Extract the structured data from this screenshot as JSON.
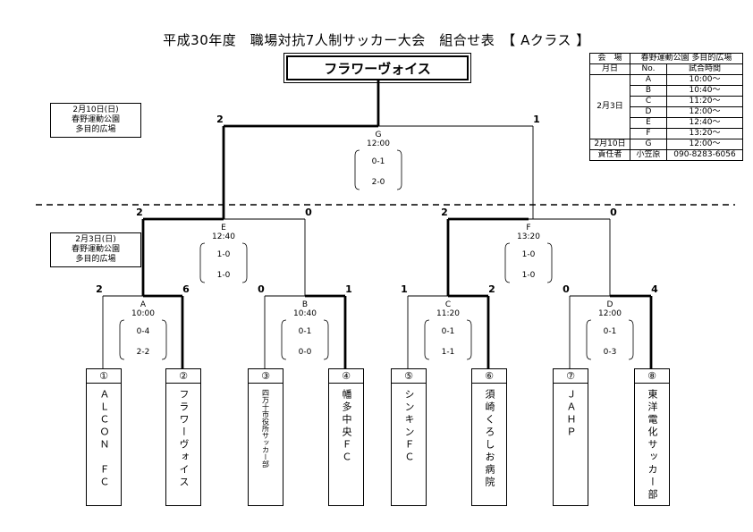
{
  "title": "平成30年度　職場対抗7人制サッカー大会　組合せ表　【 Aクラス 】",
  "winner": "フラワーヴォイス",
  "venues": {
    "final": {
      "date": "2月10日(日)",
      "place1": "春野運動公園",
      "place2": "多目的広場"
    },
    "early": {
      "date": "2月3日(日)",
      "place1": "春野運動公園",
      "place2": "多目的広場"
    }
  },
  "info_table": {
    "venue_label": "会　場",
    "venue_value": "春野運動公園 多目的広場",
    "head_date": "月日",
    "head_no": "No.",
    "head_time": "試合時間",
    "date_a": "2月3日",
    "date_g": "2月10日",
    "rows": [
      {
        "no": "A",
        "time": "10:00～"
      },
      {
        "no": "B",
        "time": "10:40～"
      },
      {
        "no": "C",
        "time": "11:20～"
      },
      {
        "no": "D",
        "time": "12:00～"
      },
      {
        "no": "E",
        "time": "12:40～"
      },
      {
        "no": "F",
        "time": "13:20～"
      },
      {
        "no": "G",
        "time": "12:00～"
      }
    ],
    "resp_label": "責任者",
    "resp_name": "小笠原",
    "resp_tel": "090-8283-6056"
  },
  "teams": [
    {
      "num": "①",
      "name": "ＡＬＣＯＮ　ＦＣ"
    },
    {
      "num": "②",
      "name": "フラワーヴォイス"
    },
    {
      "num": "③",
      "name": "四万十市役所サッカー部"
    },
    {
      "num": "④",
      "name": "幡多中央ＦＣ"
    },
    {
      "num": "⑤",
      "name": "シンキンＦＣ"
    },
    {
      "num": "⑥",
      "name": "須崎くろしお病院"
    },
    {
      "num": "⑦",
      "name": "ＪＡＨＰ"
    },
    {
      "num": "⑧",
      "name": "東洋電化サッカー部"
    }
  ],
  "matches": {
    "A": {
      "label": "A",
      "time": "10:00",
      "h1": "0-4",
      "h2": "2-2",
      "left": "2",
      "right": "6",
      "winner": "right"
    },
    "B": {
      "label": "B",
      "time": "10:40",
      "h1": "0-1",
      "h2": "0-0",
      "left": "0",
      "right": "1",
      "winner": "right"
    },
    "C": {
      "label": "C",
      "time": "11:20",
      "h1": "0-1",
      "h2": "1-1",
      "left": "1",
      "right": "2",
      "winner": "right"
    },
    "D": {
      "label": "D",
      "time": "12:00",
      "h1": "0-1",
      "h2": "0-3",
      "left": "0",
      "right": "4",
      "winner": "right"
    },
    "E": {
      "label": "E",
      "time": "12:40",
      "h1": "1-0",
      "h2": "1-0",
      "left": "2",
      "right": "0",
      "winner": "left"
    },
    "F": {
      "label": "F",
      "time": "13:20",
      "h1": "1-0",
      "h2": "1-0",
      "left": "2",
      "right": "0",
      "winner": "left"
    },
    "G": {
      "label": "G",
      "time": "12:00",
      "h1": "0-1",
      "h2": "2-0",
      "left": "2",
      "right": "1",
      "winner": "left"
    }
  }
}
